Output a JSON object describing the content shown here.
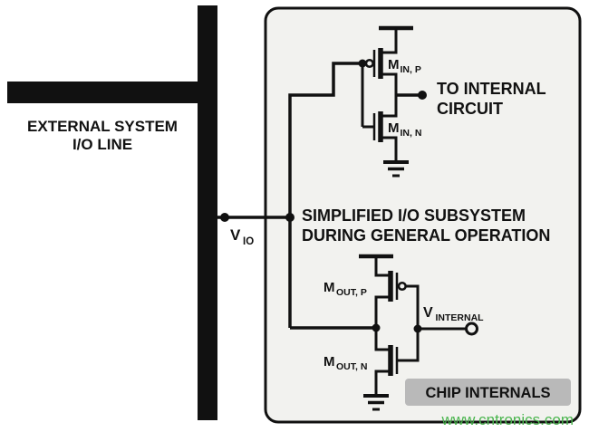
{
  "figure": {
    "external_bus": {
      "label_line1": "EXTERNAL SYSTEM",
      "label_line2": "I/O LINE"
    },
    "vio_label": {
      "main": "V",
      "sub": "IO"
    },
    "caption": {
      "line1": "SIMPLIFIED I/O SUBSYSTEM",
      "line2": "DURING GENERAL OPERATION"
    },
    "to_internal": {
      "line1": "TO INTERNAL",
      "line2": "CIRCUIT"
    },
    "transistors": {
      "min_p": {
        "main": "M",
        "sub": "IN, P"
      },
      "min_n": {
        "main": "M",
        "sub": "IN, N"
      },
      "mout_p": {
        "main": "M",
        "sub": "OUT, P"
      },
      "mout_n": {
        "main": "M",
        "sub": "OUT, N"
      }
    },
    "vinternal_label": {
      "main": "V",
      "sub": "INTERNAL"
    },
    "chip_internals_badge": "CHIP INTERNALS",
    "watermark": "www.cntronics.com",
    "colors": {
      "ink": "#111111",
      "chip_box_fill": "#f2f2ef",
      "badge_fill": "#b9b9b9",
      "watermark_green": "#4ab54e",
      "background": "#ffffff"
    }
  }
}
